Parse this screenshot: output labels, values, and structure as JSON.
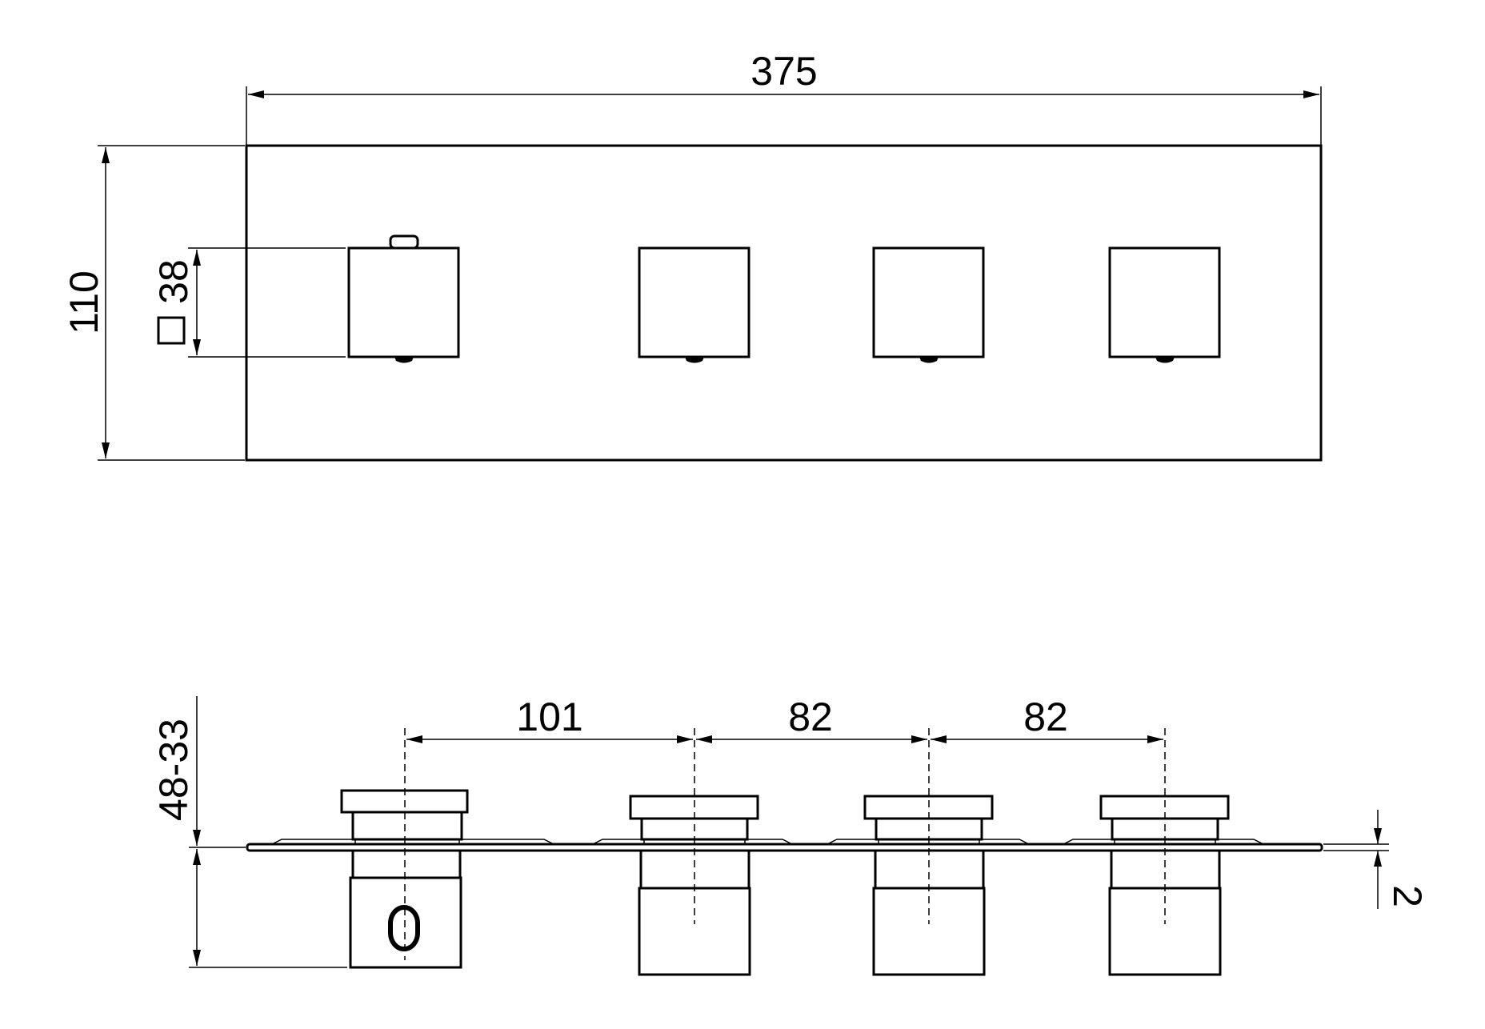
{
  "drawing": {
    "dimensions": {
      "overall_width": "375",
      "overall_height": "110",
      "knob_size": "38",
      "spacing_1": "101",
      "spacing_2": "82",
      "spacing_3": "82",
      "depth_range": "48-33",
      "plate_thickness": "2"
    },
    "line_color": "#000000",
    "background_color": "#ffffff"
  }
}
